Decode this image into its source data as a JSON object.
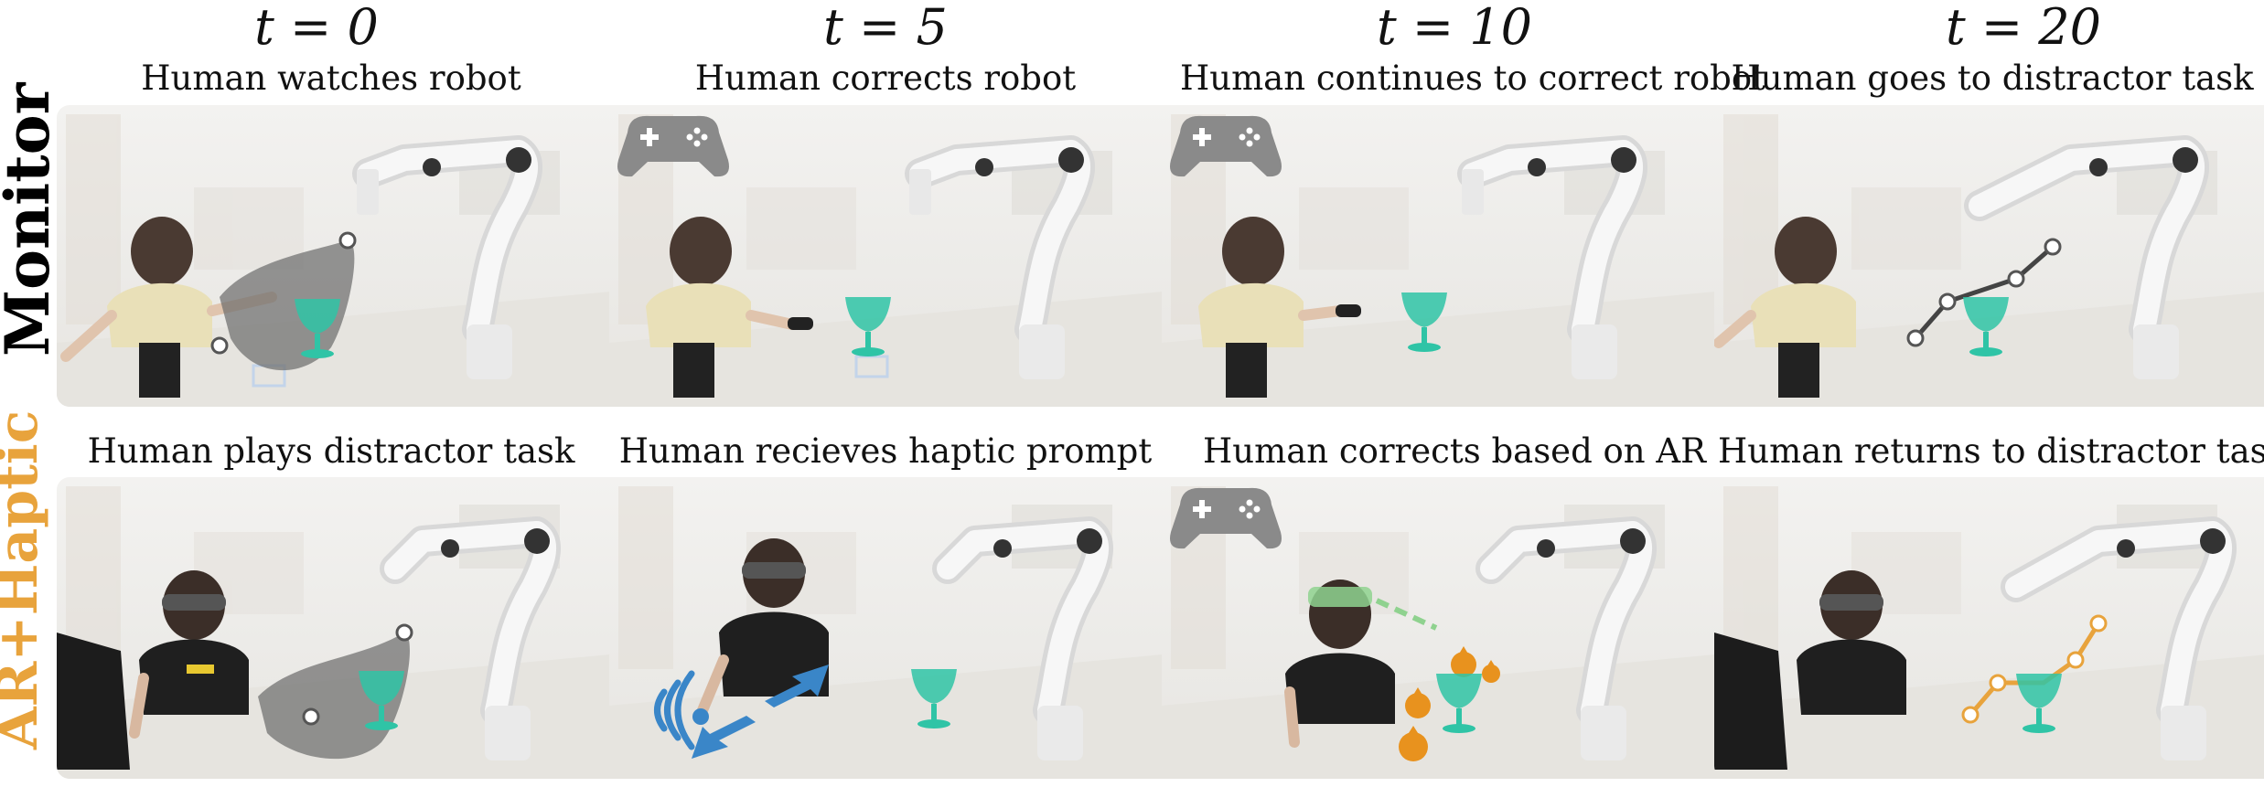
{
  "columns": [
    {
      "time": "t = 0"
    },
    {
      "time": "t = 5"
    },
    {
      "time": "t = 10"
    },
    {
      "time": "t = 20"
    }
  ],
  "rows": [
    {
      "label": "Monitor",
      "color": "#000000",
      "captions": [
        "Human watches robot",
        "Human corrects robot",
        "Human continues to correct robot",
        "Human goes to distractor task"
      ]
    },
    {
      "label": "AR+Haptic",
      "color": "#E8A33C",
      "captions": [
        "Human plays distractor task",
        "Human recieves haptic prompt",
        "Human corrects based on AR",
        "Human returns to distractor task"
      ]
    }
  ],
  "colors": {
    "uncertainty": "#6e6e6e",
    "goblet": "#2fc4a6",
    "ar_accent": "#E8A33C",
    "haptic": "#3a86c8",
    "gamepad": "#8a8a8a"
  }
}
